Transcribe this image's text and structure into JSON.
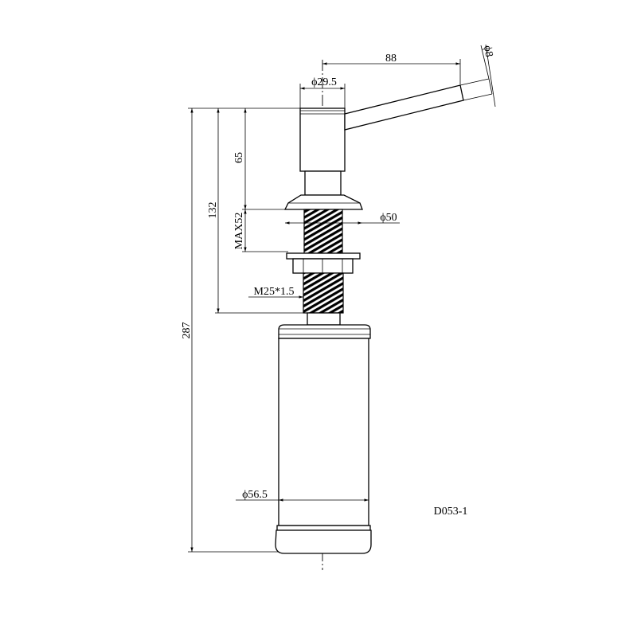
{
  "drawing": {
    "labels": {
      "spout_reach": "88",
      "spout_diameter": "ϕ8",
      "head_diameter": "ϕ29.5",
      "head_height": "65",
      "shank_length": "132",
      "max_thickness": "MAX52",
      "flange_diameter": "ϕ50",
      "thread_spec": "M25*1.5",
      "total_height": "287",
      "bottle_diameter": "ϕ56.5",
      "model_code": "D053-1"
    },
    "colors": {
      "line": "#000000",
      "background": "#ffffff"
    }
  }
}
